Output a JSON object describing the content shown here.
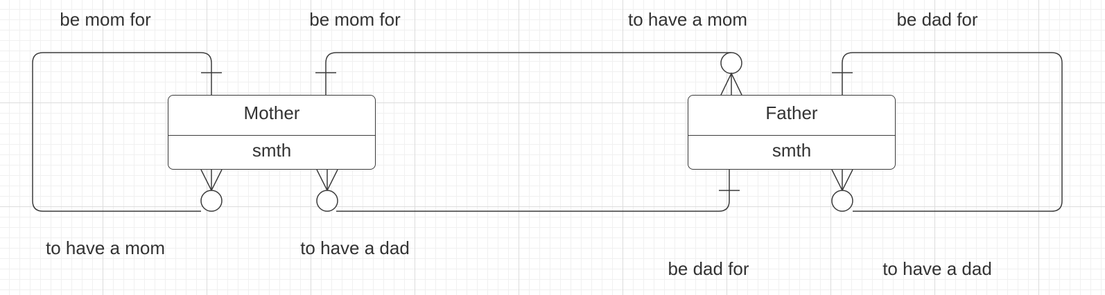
{
  "entities": {
    "mother": {
      "name": "Mother",
      "attribute": "smth"
    },
    "father": {
      "name": "Father",
      "attribute": "smth"
    }
  },
  "labels": {
    "mother_self_top": "be mom for",
    "mother_father_top": "be mom for",
    "father_mother_top": "to have a mom",
    "father_self_top": "be dad for",
    "mother_self_bottom": "to have a mom",
    "mother_father_bottom": "to have a dad",
    "father_mother_bottom": "be dad for",
    "father_self_bottom": "to have a dad"
  },
  "colors": {
    "line": "#3a3a3a",
    "text": "#333333",
    "grid": "#dcdcdc"
  }
}
